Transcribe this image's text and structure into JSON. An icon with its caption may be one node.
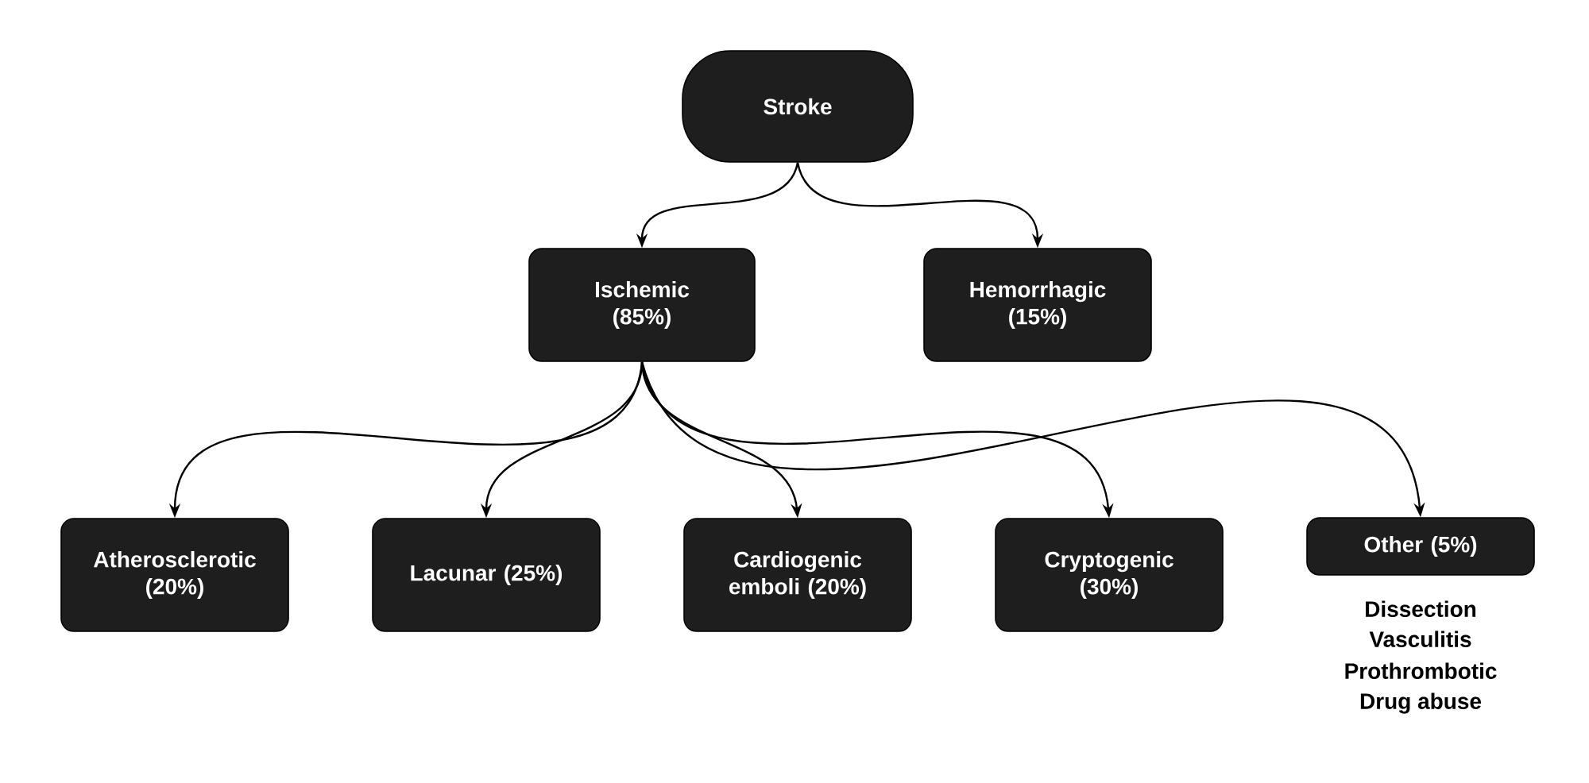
{
  "diagram": {
    "nodes": [
      {
        "text": [
          "Stroke"
        ]
      },
      {
        "text": [
          "Ischemic (85%)"
        ]
      },
      {
        "text": [
          "Hemorrhagic (15%)"
        ]
      },
      {
        "text": [
          "Atherosclerotic (20%)"
        ]
      },
      {
        "text": [
          "Lacunar (25%)"
        ]
      },
      {
        "text": [
          "Cardiogenic emboli (20%)"
        ]
      },
      {
        "text": [
          "Cryptogenic (30%)"
        ]
      },
      {
        "text": [
          "Other (5%)"
        ],
        "beside": [
          "Dissection",
          "Vasculitis",
          "Prothrombotic",
          "Drug abuse"
        ]
      }
    ],
    "edges": [
      {
        "from": 0,
        "to": 1,
        "arrow": "to"
      },
      {
        "from": 0,
        "to": 2,
        "arrow": "to"
      },
      {
        "from": 1,
        "to": 3,
        "arrow": "to"
      },
      {
        "from": 1,
        "to": 4,
        "arrow": "to"
      },
      {
        "from": 1,
        "to": 5,
        "arrow": "to"
      },
      {
        "from": 1,
        "to": 6,
        "arrow": "to"
      },
      {
        "from": 1,
        "to": 7,
        "arrow": "to"
      }
    ]
  }
}
